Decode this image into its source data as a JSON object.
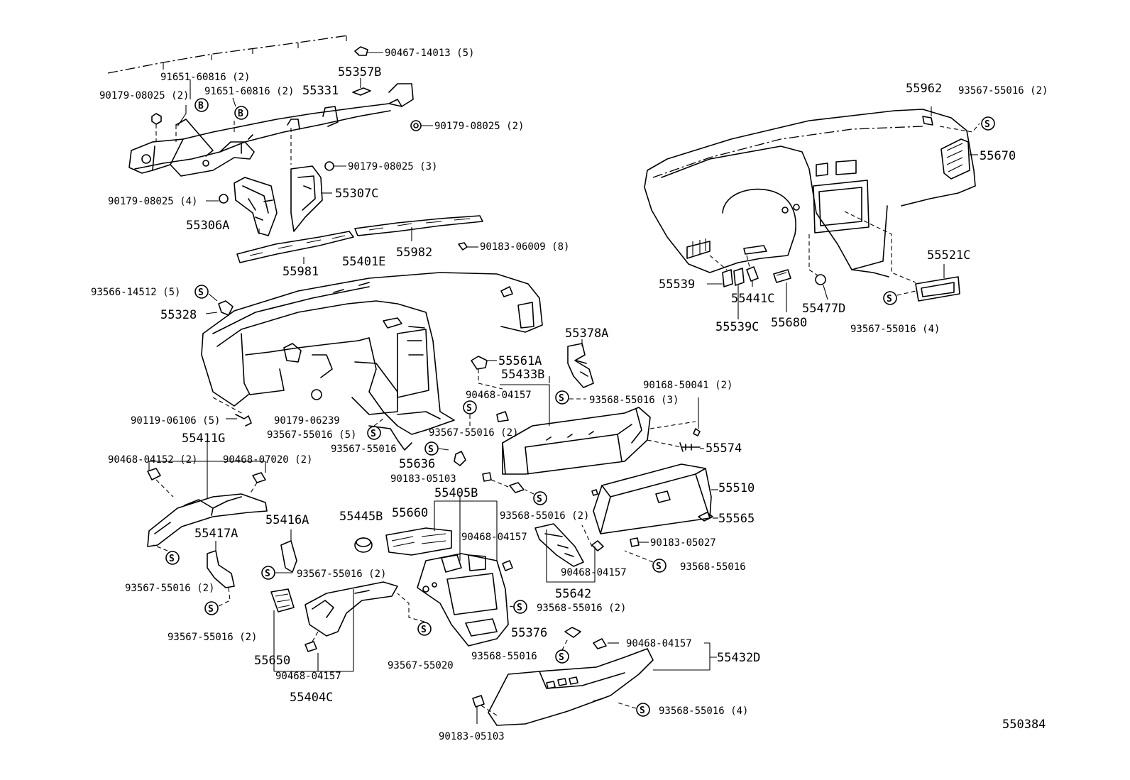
{
  "diagram_id": "550384",
  "symbols": {
    "s": "S",
    "b": "B"
  },
  "labels": {
    "p90467_14013": "90467-14013 (5)",
    "p91651_60816a": "91651-60816 (2)",
    "p55357B": "55357B",
    "p90179_08025_2a": "90179-08025 (2)",
    "p91651_60816b": "91651-60816 (2)",
    "p55331": "55331",
    "p90179_08025_2b": "90179-08025 (2)",
    "p90179_08025_3": "90179-08025 (3)",
    "p90179_08025_4": "90179-08025 (4)",
    "p55307C": "55307C",
    "p55306A": "55306A",
    "p55982": "55982",
    "p90183_06009": "90183-06009 (8)",
    "p55981": "55981",
    "p55401E": "55401E",
    "p93566_14512": "93566-14512 (5)",
    "p55328": "55328",
    "p55561A": "55561A",
    "p55378A": "55378A",
    "p55433B": "55433B",
    "p90468_04157a": "90468-04157",
    "p93568_55016_3": "93568-55016 (3)",
    "p90168_50041": "90168-50041 (2)",
    "p90119_06106": "90119-06106 (5)",
    "p90179_06239": "90179-06239",
    "p93567_55016_5": "93567-55016 (5)",
    "p93567_55016_2a": "93567-55016 (2)",
    "p55574": "55574",
    "p55411G": "55411G",
    "p93567_55016": "93567-55016",
    "p90468_04152": "90468-04152 (2)",
    "p90468_07020": "90468-07020 (2)",
    "p55636": "55636",
    "p90183_05103a": "90183-05103",
    "p55510": "55510",
    "p55405B": "55405B",
    "p55445B": "55445B",
    "p55660": "55660",
    "p93568_55016_2a": "93568-55016 (2)",
    "p55565": "55565",
    "p55416A": "55416A",
    "p55417A": "55417A",
    "p90468_04157b": "90468-04157",
    "p90183_05027": "90183-05027",
    "p93568_55016a": "93568-55016",
    "p90468_04157c": "90468-04157",
    "p93567_55016_2b": "93567-55016 (2)",
    "p93567_55016_2c": "93567-55016 (2)",
    "p55642": "55642",
    "p93568_55016_2b": "93568-55016 (2)",
    "p93567_55016_2d": "93567-55016 (2)",
    "p55376": "55376",
    "p90468_04157d": "90468-04157",
    "p55432D": "55432D",
    "p93568_55016b": "93568-55016",
    "p55650": "55650",
    "p93567_55020": "93567-55020",
    "p90468_04157e": "90468-04157",
    "p55404C": "55404C",
    "p93568_55016_4": "93568-55016 (4)",
    "p90183_05103b": "90183-05103",
    "p55962": "55962",
    "p93567_55016_2e": "93567-55016 (2)",
    "p55670": "55670",
    "p55521C": "55521C",
    "p55539": "55539",
    "p55441C": "55441C",
    "p55477D": "55477D",
    "p55539C": "55539C",
    "p55680": "55680",
    "p93567_55016_4": "93567-55016 (4)"
  }
}
